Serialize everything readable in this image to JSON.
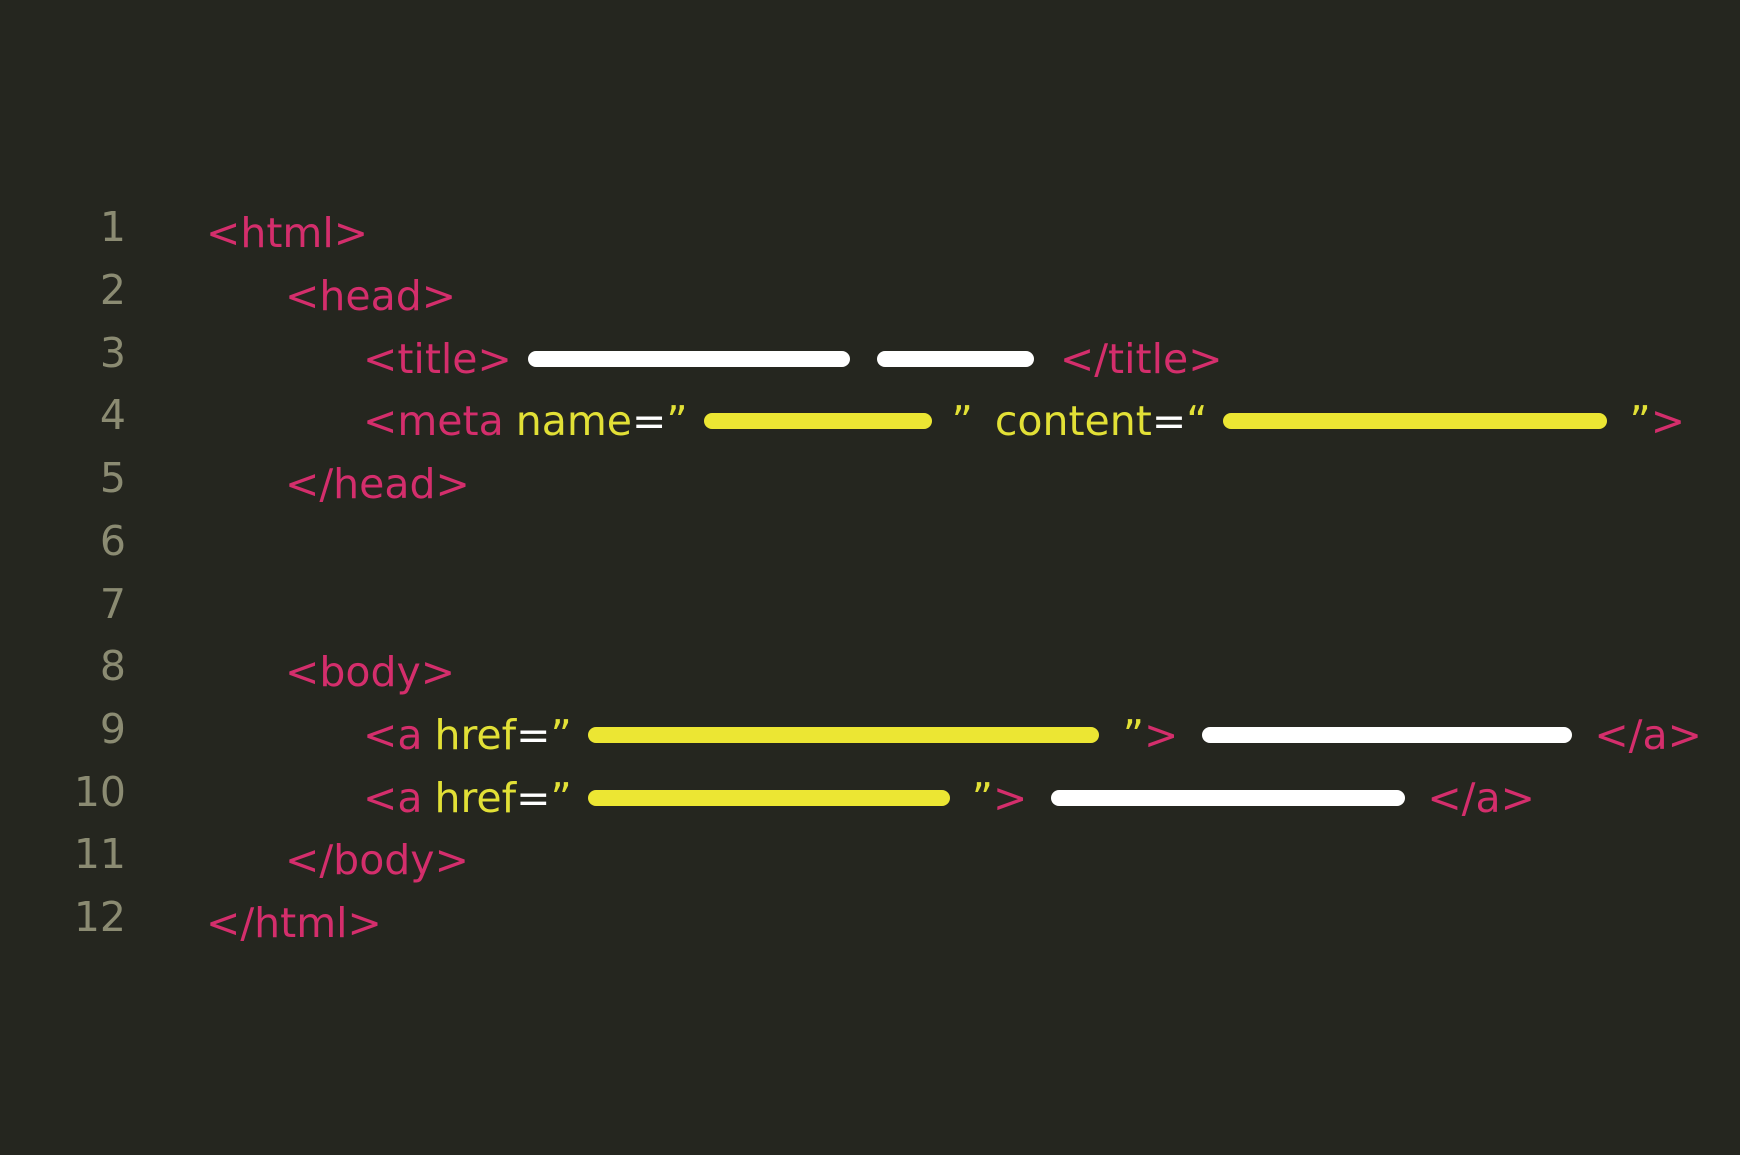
{
  "line_numbers": [
    "1",
    "2",
    "3",
    "4",
    "5",
    "6",
    "7",
    "8",
    "9",
    "10",
    "11",
    "12"
  ],
  "code": {
    "l1": "<html>",
    "l2": "<head>",
    "l3_open": "<title>",
    "l3_close": "</title>",
    "l4_tag": "<meta",
    "l4_name": "name",
    "eq": "=",
    "q_open": "”",
    "q_close": "”",
    "l4_content": "content",
    "q_open2": "“",
    "close_quote_gt_q": "”",
    "gt": ">",
    "l5": "</head>",
    "l8": "<body>",
    "a_tag": "<a",
    "href": "href",
    "a_close": "</a>",
    "l11": "</body>",
    "l12": "</html>"
  },
  "colors": {
    "background": "#25261f",
    "tag": "#d42e6c",
    "attr": "#e2e036",
    "line_number": "#8b8b72",
    "placeholder_yellow": "#ece633",
    "placeholder_white": "#ffffff"
  }
}
